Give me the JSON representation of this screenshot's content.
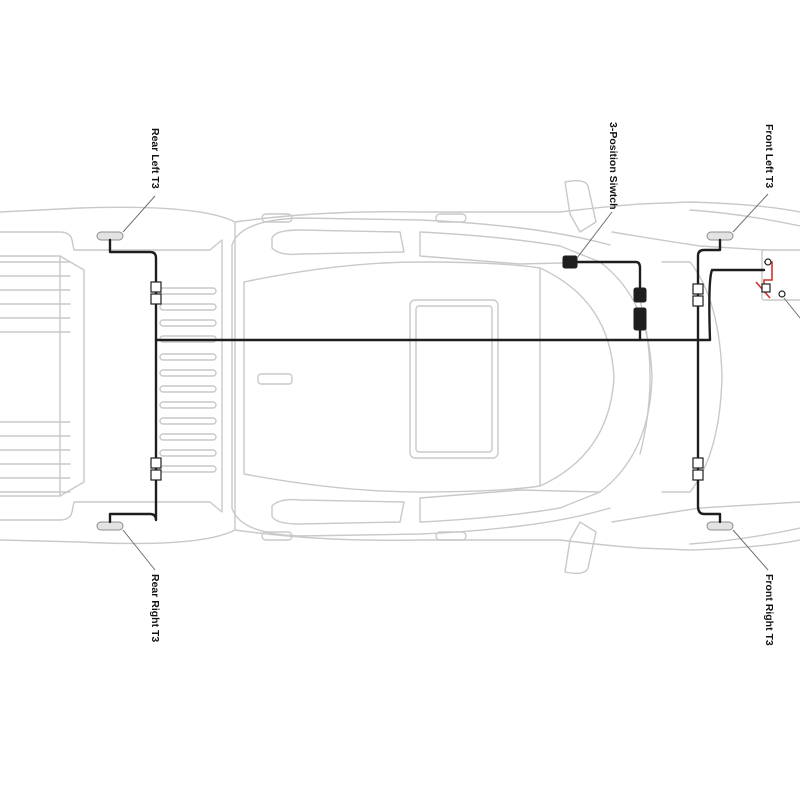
{
  "labels": {
    "rear_left": "Rear Left T3",
    "rear_right": "Rear Right T3",
    "switch": "3-Position Siwtch",
    "front_left": "Front Left T3",
    "front_right": "Front Right T3"
  },
  "colors": {
    "wire": "#1e1e1e",
    "power_wire": "#d2322d",
    "truck_outline": "#c9c9c9",
    "lamp_fill": "#e3e3e3"
  }
}
